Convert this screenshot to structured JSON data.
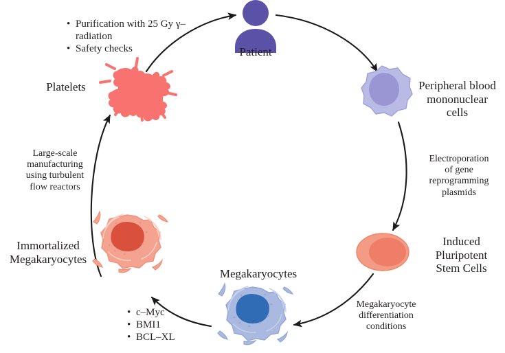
{
  "diagram": {
    "title_hidden": "Patient-derived immortalized megakaryocyte platelet manufacturing cycle",
    "colors": {
      "arrow": "#1a1a1a",
      "patient_purple": "#5b52a8",
      "pbmc_body": "#b9bbe4",
      "pbmc_nucleus": "#9a96d4",
      "ipsc_body": "#f39b84",
      "ipsc_nucleus": "#ef7e68",
      "mk_body": "#aab9e0",
      "mk_nucleus": "#2f6cb5",
      "immk_body": "#f4a391",
      "immk_nucleus": "#d9503c",
      "platelet": "#f8726f",
      "text": "#231f20"
    }
  },
  "nodes": {
    "patient": {
      "label": "Patient"
    },
    "pbmc": {
      "label": "Peripheral blood\nmononuclear\ncells"
    },
    "ipsc": {
      "label": "Induced\nPluripotent\nStem Cells"
    },
    "megakaryocytes": {
      "label": "Megakaryocytes"
    },
    "immortalized": {
      "label": "Immortalized\nMegakaryocytes"
    },
    "platelets": {
      "label": "Platelets"
    }
  },
  "steps": {
    "electroporation": {
      "label": "Electroporation\nof gene\nreprogramming\nplasmids"
    },
    "differentiation": {
      "label": "Megakaryocyte\ndifferentiation\nconditions"
    },
    "manufacturing": {
      "label": "Large-scale\nmanufacturing\nusing turbulent\nflow reactors"
    }
  },
  "bullet_lists": {
    "purification": {
      "items": [
        "Purification with 25 Gy\nγ–radiation",
        "Safety checks"
      ]
    },
    "genes": {
      "items": [
        "c–Myc",
        "BMI1",
        "BCL–XL"
      ]
    }
  }
}
